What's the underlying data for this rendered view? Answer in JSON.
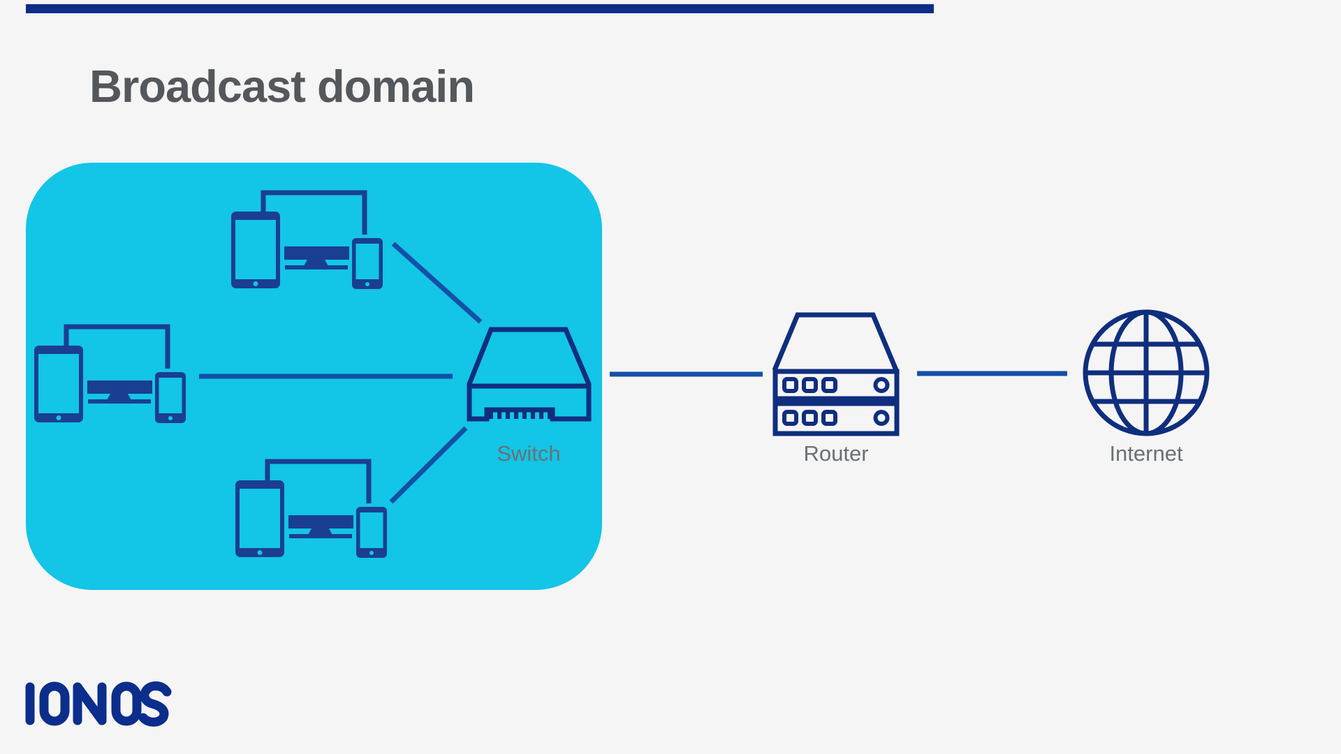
{
  "title": "Broadcast domain",
  "diagram": {
    "panel": {
      "description": "broadcast-domain-area",
      "clusters": [
        {
          "id": "device-cluster-top",
          "devices": [
            "tablet",
            "monitor",
            "smartphone"
          ]
        },
        {
          "id": "device-cluster-left",
          "devices": [
            "tablet",
            "monitor",
            "smartphone"
          ]
        },
        {
          "id": "device-cluster-bottom",
          "devices": [
            "tablet",
            "monitor",
            "smartphone"
          ]
        }
      ]
    },
    "nodes": [
      {
        "id": "switch",
        "label": "Switch"
      },
      {
        "id": "router",
        "label": "Router"
      },
      {
        "id": "internet",
        "label": "Internet"
      }
    ],
    "links": [
      {
        "from": "device-cluster-top",
        "to": "switch"
      },
      {
        "from": "device-cluster-left",
        "to": "switch"
      },
      {
        "from": "device-cluster-bottom",
        "to": "switch"
      },
      {
        "from": "switch",
        "to": "router"
      },
      {
        "from": "router",
        "to": "internet"
      }
    ]
  },
  "branding": {
    "logo_text": "IONOS"
  },
  "colors": {
    "background": "#F5F5F6",
    "panel_cyan": "#13C5E6",
    "device_navy": "#1A3E92",
    "outline_navy": "#0F2E7E",
    "connector_blue": "#1450A5",
    "title_gray": "#54585C",
    "label_gray": "#6A7076",
    "logo_navy": "#0B2E8C",
    "topbar_navy": "#0C2E86"
  }
}
